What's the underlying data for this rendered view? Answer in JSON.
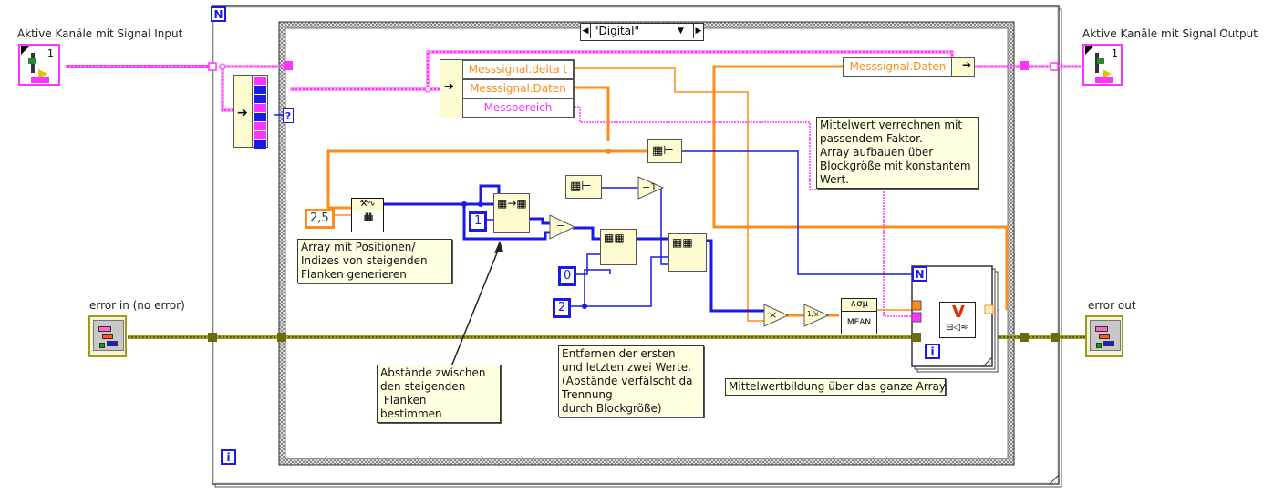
{
  "controls": {
    "signal_input_label": "Aktive Kanäle mit Signal Input",
    "signal_input_index": "1",
    "signal_output_label": "Aktive Kanäle mit Signal Output",
    "signal_output_index": "1",
    "error_in_label": "error in (no error)",
    "error_out_label": "error out"
  },
  "loops": {
    "outer_for_count_terminal": "N",
    "outer_for_iteration_terminal": "i",
    "inner_for_count_terminal": "N",
    "inner_for_iteration_terminal": "i",
    "case_selector_value": "\"Digital\"",
    "case_selector_terminal": "?"
  },
  "unbundle_by_name": {
    "rows": [
      "Messsignal.delta t",
      "Messsignal.Daten",
      "Messbereich"
    ]
  },
  "bundle_by_name": {
    "row": "Messsignal.Daten"
  },
  "constants": {
    "threshold": "2,5",
    "one": "1",
    "zero": "0",
    "two": "2"
  },
  "nodes": {
    "decrement_label": "−1",
    "subtract_label": "−",
    "multiply_label": "×",
    "reciprocal_label": "1/x",
    "mean_top": "∧σμ",
    "mean_bottom": "MEAN"
  },
  "comments": {
    "rising_edges": "Array mit Positionen/\nIndizes von steigenden\nFlanken generieren",
    "edge_distances": "Abstände zwischen\nden steigenden\n Flanken\nbestimmen",
    "remove_values": "Entfernen der ersten\nund letzten zwei Werte.\n(Abstände verfälscht da\nTrennung\ndurch Blockgröße)",
    "scale_mean": "Mittelwert verrechnen mit\npassendem Faktor.\nArray aufbauen über\nBlockgröße mit konstantem\nWert.",
    "mean_array": "Mittelwertbildung über das ganze Array"
  },
  "wire_colors": {
    "cluster": "#ff33ff",
    "numeric_dbl": "#ff8c1a",
    "integer": "#1a1ae6",
    "error": "#9c9c1a"
  },
  "annotation_colors": {
    "comment_bg": "#ffffe1",
    "node_bg": "#fdfbd0"
  }
}
